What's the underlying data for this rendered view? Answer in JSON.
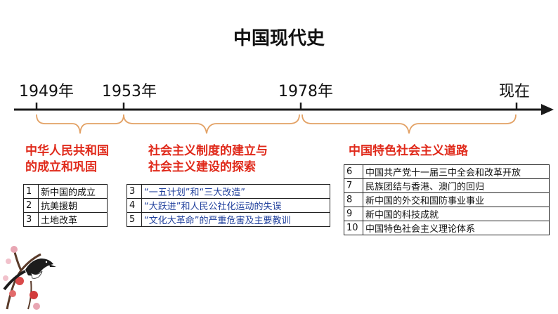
{
  "title": "中国现代史",
  "timeline": {
    "labels": [
      "1949年",
      "1953年",
      "1978年",
      "现在"
    ]
  },
  "periods": [
    {
      "lines": [
        "中华人民共和国",
        "的成立和巩固"
      ],
      "items": [
        {
          "num": "1",
          "text": "新中国的成立"
        },
        {
          "num": "2",
          "text": "抗美援朝"
        },
        {
          "num": "3",
          "text": "土地改革"
        }
      ]
    },
    {
      "lines": [
        "社会主义制度的建立与",
        "社会主义建设的探索"
      ],
      "items": [
        {
          "num": "3",
          "text": "“一五计划”和“三大改造”"
        },
        {
          "num": "4",
          "text": "“大跃进”和人民公社化运动的失误"
        },
        {
          "num": "5",
          "text": "“文化大革命”的严重危害及主要教训"
        }
      ]
    },
    {
      "lines": [
        "中国特色社会主义道路"
      ],
      "items": [
        {
          "num": "6",
          "text": "中国共产党十一届三中全会和改革开放"
        },
        {
          "num": "7",
          "text": "民族团结与香港、澳门的回归"
        },
        {
          "num": "8",
          "text": "新中国的外交和国防事业事业"
        },
        {
          "num": "9",
          "text": "新中国的科技成就"
        },
        {
          "num": "10",
          "text": "中国特色社会主义理论体系"
        }
      ]
    }
  ],
  "colors": {
    "accent": "#e02a1b",
    "bracket": "#e3a266",
    "blue_text": "#1f3f9c"
  },
  "decoration": "magpie-plum-branch-illustration"
}
